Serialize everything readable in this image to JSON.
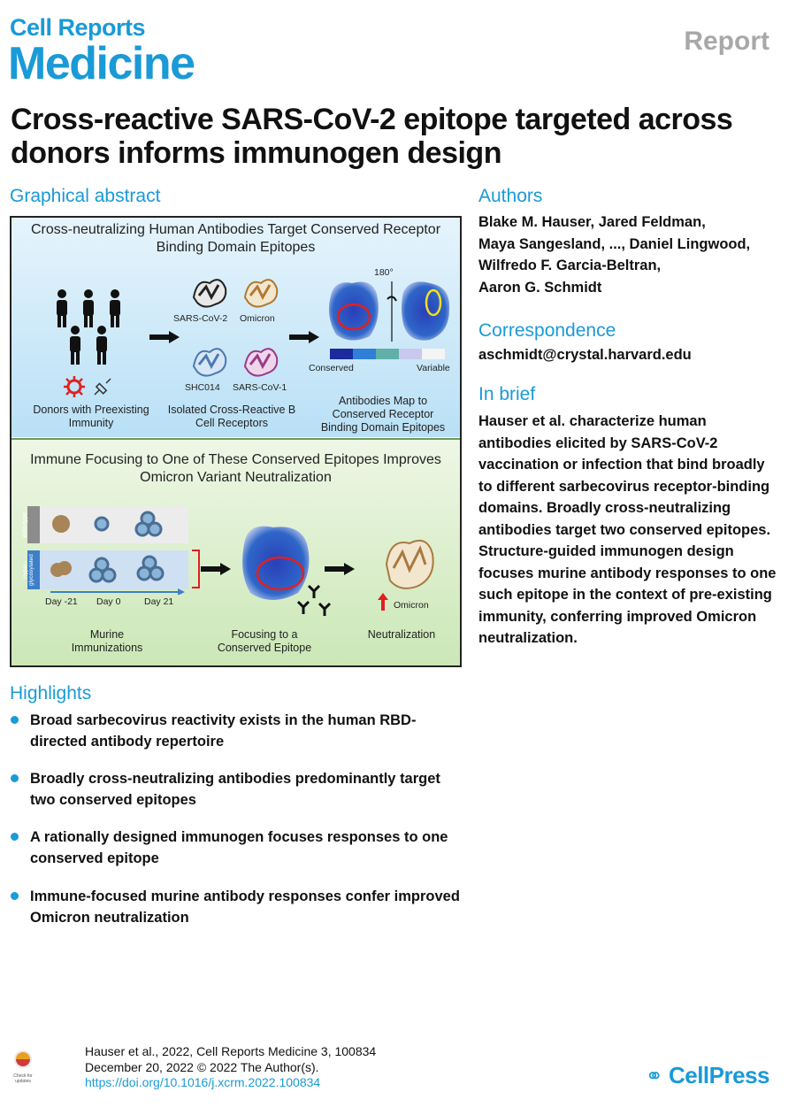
{
  "journal": {
    "line1": "Cell Reports",
    "line2": "Medicine"
  },
  "article_type": "Report",
  "title": "Cross-reactive SARS-CoV-2 epitope targeted across donors informs immunogen design",
  "graphical_abstract": {
    "heading": "Graphical abstract",
    "top_title": "Cross-neutralizing Human Antibodies Target Conserved Receptor Binding Domain Epitopes",
    "donor_label": "Donors with Preexisting Immunity",
    "protein_labels": [
      "SARS-CoV-2",
      "Omicron",
      "SHC014",
      "SARS-CoV-1"
    ],
    "receptor_label": "Isolated Cross-Reactive B Cell Receptors",
    "rotation_label": "180°",
    "scale_left": "Conserved",
    "scale_right": "Variable",
    "scale_colors": [
      "#1b2a9c",
      "#2f7fd8",
      "#5fb0a8",
      "#c9c8ef",
      "#f4f4f4"
    ],
    "map_label": "Antibodies Map to Conserved Receptor Binding Domain Epitopes",
    "bottom_title": "Immune Focusing to One of These Conserved Epitopes Improves Omicron Variant Neutralization",
    "row_labels": [
      "Wild-type",
      "Hyper-glycosylated"
    ],
    "timepoints": [
      "Day -21",
      "Day 0",
      "Day 21"
    ],
    "murine_label": "Murine Immunizations",
    "focus_label": "Focusing to a Conserved Epitope",
    "omicron_label": "Omicron",
    "neut_label": "Neutralization"
  },
  "authors": {
    "heading": "Authors",
    "lines": [
      "Blake M. Hauser, Jared Feldman,",
      "Maya Sangesland, ..., Daniel Lingwood,",
      "Wilfredo F. Garcia-Beltran,",
      "Aaron G. Schmidt"
    ]
  },
  "correspondence": {
    "heading": "Correspondence",
    "email": "aschmidt@crystal.harvard.edu"
  },
  "in_brief": {
    "heading": "In brief",
    "text": "Hauser et al. characterize human antibodies elicited by SARS-CoV-2 vaccination or infection that bind broadly to different sarbecovirus receptor-binding domains. Broadly cross-neutralizing antibodies target two conserved epitopes. Structure-guided immunogen design focuses murine antibody responses to one such epitope in the context of pre-existing immunity, conferring improved Omicron neutralization."
  },
  "highlights": {
    "heading": "Highlights",
    "items": [
      "Broad sarbecovirus reactivity exists in the human RBD-directed antibody repertoire",
      "Broadly cross-neutralizing antibodies predominantly target two conserved epitopes",
      "A rationally designed immunogen focuses responses to one conserved epitope",
      "Immune-focused murine antibody responses confer improved Omicron neutralization"
    ]
  },
  "footer": {
    "citation": "Hauser et al., 2022, Cell Reports Medicine 3, 100834",
    "date": "December 20, 2022 © 2022 The Author(s).",
    "doi": "https://doi.org/10.1016/j.xcrm.2022.100834",
    "badge": "Check for updates",
    "publisher": "CellPress"
  },
  "colors": {
    "accent": "#1a9ad6",
    "report_gray": "#a8a8a8"
  }
}
